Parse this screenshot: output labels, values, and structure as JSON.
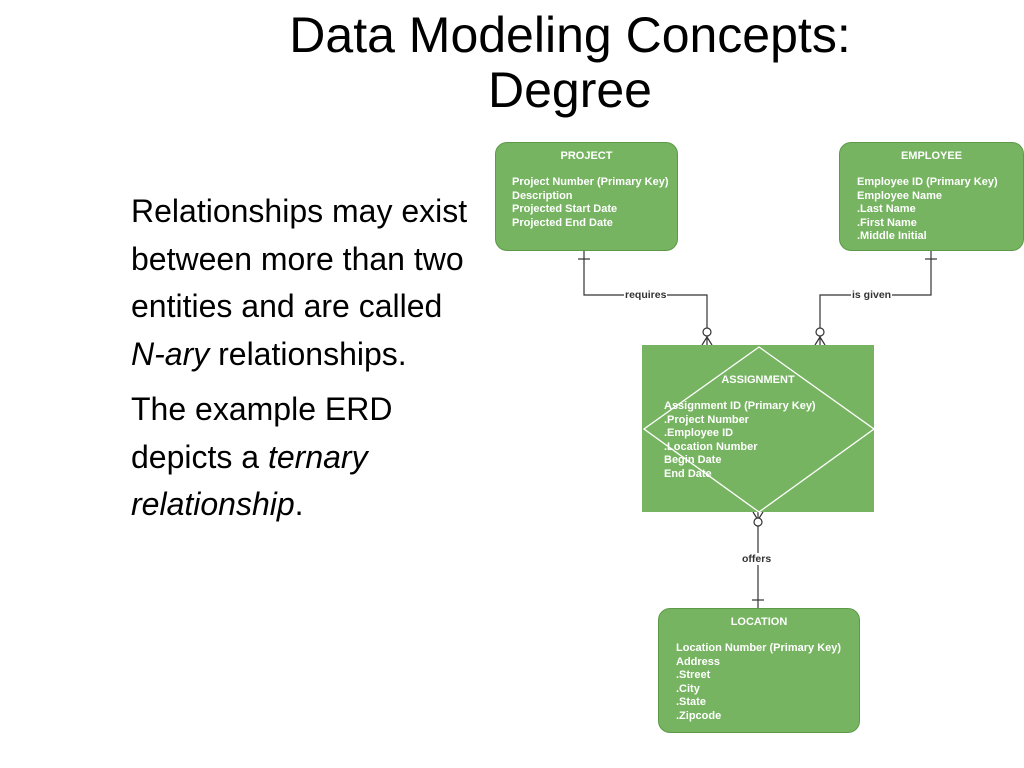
{
  "title": {
    "line1": "Data Modeling Concepts:",
    "line2": "Degree"
  },
  "body": {
    "p1_prefix": "Relationships may exist between more than two entities and are called",
    "p1_italic": "N-ary",
    "p1_suffix": "relationships.",
    "p2_prefix": "The example ERD depicts a",
    "p2_italic": "ternary relationship",
    "p2_suffix": "."
  },
  "erd": {
    "entities": {
      "project": {
        "name": "PROJECT",
        "attributes": [
          "Project Number (Primary Key)",
          "Description",
          "Projected Start Date",
          "Projected End Date"
        ]
      },
      "employee": {
        "name": "EMPLOYEE",
        "attributes": [
          "Employee ID (Primary Key)",
          "Employee Name",
          ".Last Name",
          ".First Name",
          ".Middle Initial"
        ]
      },
      "assignment": {
        "name": "ASSIGNMENT",
        "attributes": [
          "Assignment ID (Primary Key)",
          ".Project Number",
          ".Employee ID",
          ".Location Number",
          "Begin Date",
          "End Date"
        ]
      },
      "location": {
        "name": "LOCATION",
        "attributes": [
          "Location Number (Primary Key)",
          "Address",
          ".Street",
          ".City",
          ".State",
          ".Zipcode"
        ]
      }
    },
    "relationships": {
      "requires": "requires",
      "is_given": "is given",
      "offers": "offers"
    },
    "colors": {
      "entity_fill": "#76b461",
      "line": "#333333",
      "text": "#ffffff"
    }
  }
}
